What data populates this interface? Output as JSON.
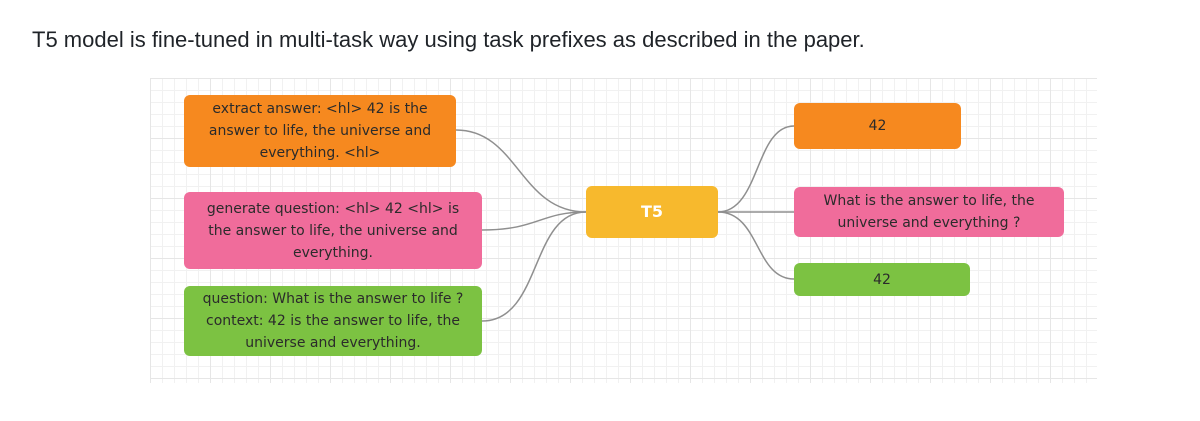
{
  "header": {
    "title": "T5 model is fine-tuned in multi-task way using task prefixes as described in the paper."
  },
  "diagram": {
    "center": {
      "label": "T5",
      "color": "#f7b92d"
    },
    "inputs": [
      {
        "text": "extract answer: <hl> 42 is the answer to life, the universe and everything. <hl>",
        "color": "#f6891f"
      },
      {
        "text": "generate question: <hl> 42 <hl> is the answer to life, the universe and everything.",
        "color": "#f06c9b"
      },
      {
        "text": "question: What is the answer to life ? context: 42 is the answer to life, the universe and everything.",
        "color": "#7cc242"
      }
    ],
    "outputs": [
      {
        "text": "42",
        "color": "#f6891f"
      },
      {
        "text": "What is the answer to life, the universe and everything ?",
        "color": "#f06c9b"
      },
      {
        "text": "42",
        "color": "#7cc242"
      }
    ]
  }
}
